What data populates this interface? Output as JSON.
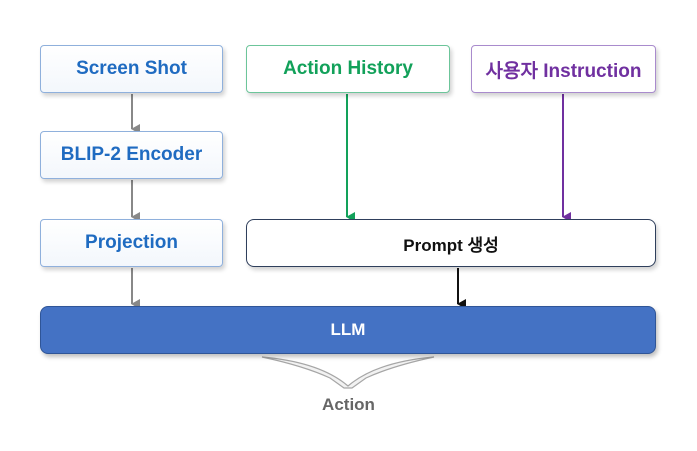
{
  "nodes": {
    "screen_shot": "Screen Shot",
    "blip_encoder": "BLIP-2 Encoder",
    "projection": "Projection",
    "action_history": "Action History",
    "user_instruction": "사용자 Instruction",
    "prompt": "Prompt 생성",
    "llm": "LLM",
    "action": "Action"
  },
  "colors": {
    "blue_text": "#1f6bc1",
    "green": "#12a15a",
    "purple": "#7030a0",
    "llm_fill": "#4472c4",
    "gray_arrow": "#888888"
  }
}
